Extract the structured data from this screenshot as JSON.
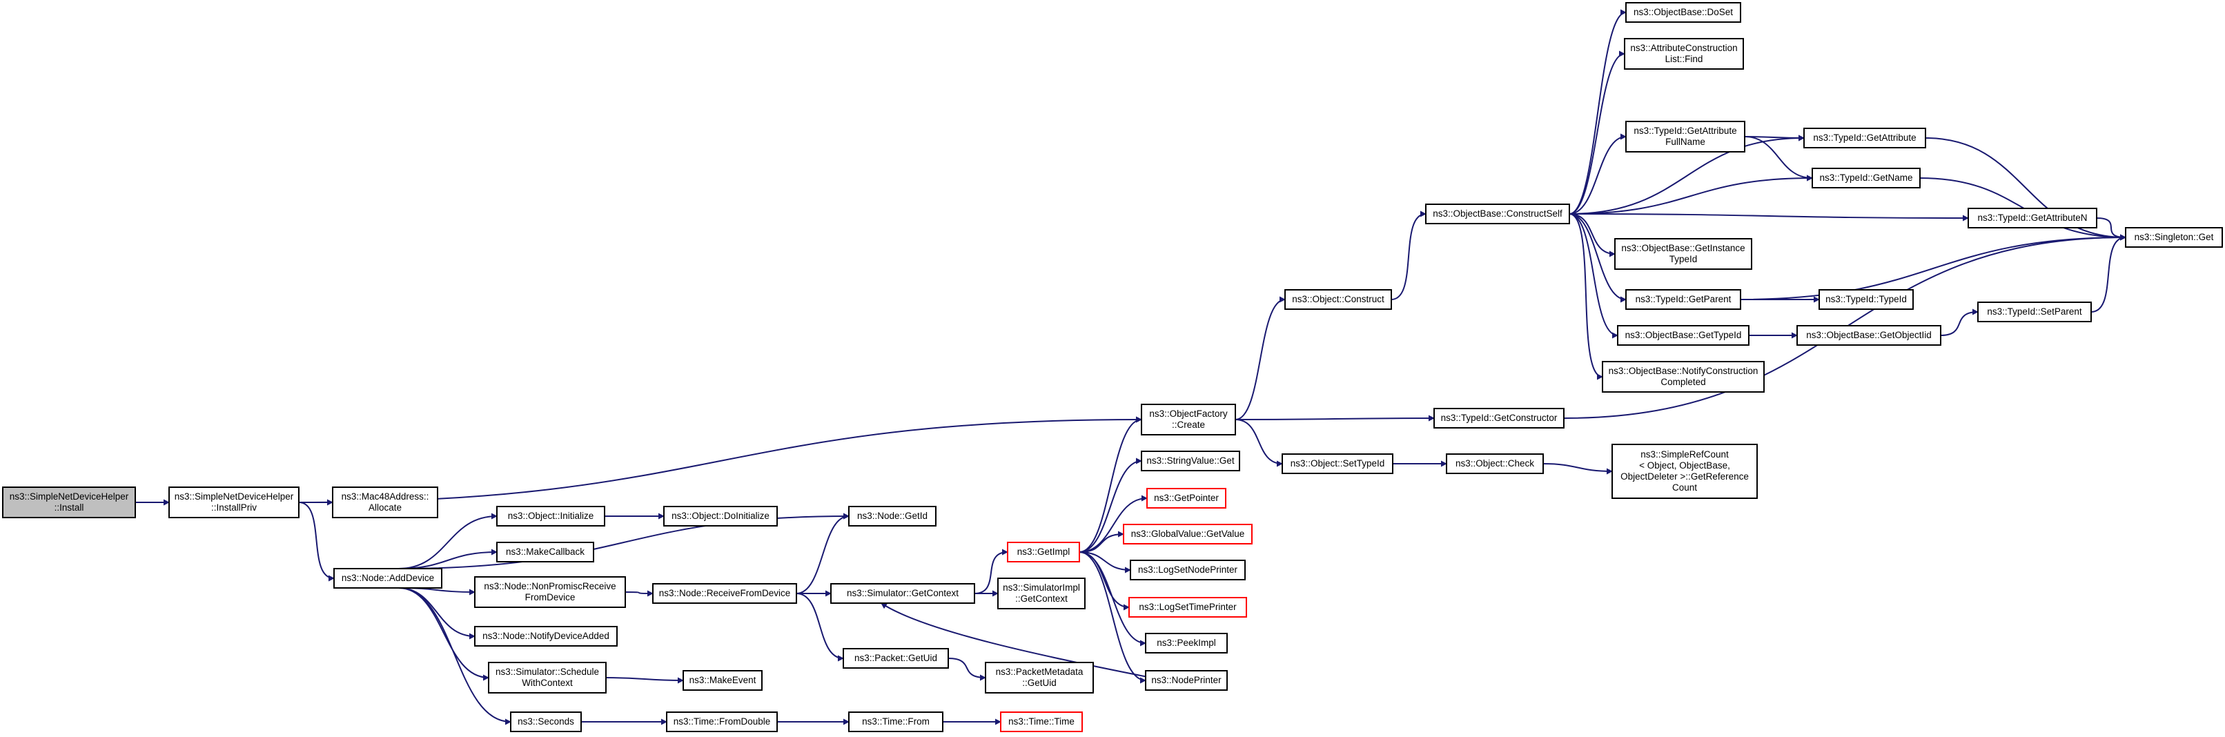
{
  "nodes": {
    "install": [
      "ns3::SimpleNetDeviceHelper",
      "::Install"
    ],
    "installpriv": [
      "ns3::SimpleNetDeviceHelper",
      "::InstallPriv"
    ],
    "mac48": [
      "ns3::Mac48Address::",
      "Allocate"
    ],
    "adddevice": [
      "ns3::Node::AddDevice"
    ],
    "objinit": [
      "ns3::Object::Initialize"
    ],
    "doinit": [
      "ns3::Object::DoInitialize"
    ],
    "makecallback": [
      "ns3::MakeCallback"
    ],
    "nonpromisc": [
      "ns3::Node::NonPromiscReceive",
      "FromDevice"
    ],
    "notifydevice": [
      "ns3::Node::NotifyDeviceAdded"
    ],
    "schedule": [
      "ns3::Simulator::Schedule",
      "WithContext"
    ],
    "seconds": [
      "ns3::Seconds"
    ],
    "receivefromdevice": [
      "ns3::Node::ReceiveFromDevice"
    ],
    "makeevent": [
      "ns3::MakeEvent"
    ],
    "fromdouble": [
      "ns3::Time::FromDouble"
    ],
    "nodegetid": [
      "ns3::Node::GetId"
    ],
    "getcontext": [
      "ns3::Simulator::GetContext"
    ],
    "packetgetuid": [
      "ns3::Packet::GetUid"
    ],
    "timefrom": [
      "ns3::Time::From"
    ],
    "getimpl": [
      "ns3::GetImpl"
    ],
    "simimplctx": [
      "ns3::SimulatorImpl",
      "::GetContext"
    ],
    "pmetauid": [
      "ns3::PacketMetadata",
      "::GetUid"
    ],
    "timetime": [
      "ns3::Time::Time"
    ],
    "objfactory": [
      "ns3::ObjectFactory",
      "::Create"
    ],
    "stringvalue": [
      "ns3::StringValue::Get"
    ],
    "getpointer": [
      "ns3::GetPointer"
    ],
    "globalvalue": [
      "ns3::GlobalValue::GetValue"
    ],
    "lognodeprinter": [
      "ns3::LogSetNodePrinter"
    ],
    "logtimeprinter": [
      "ns3::LogSetTimePrinter"
    ],
    "peekimpl": [
      "ns3::PeekImpl"
    ],
    "nodeprinter": [
      "ns3::NodePrinter"
    ],
    "objconstruct": [
      "ns3::Object::Construct"
    ],
    "settypeid": [
      "ns3::Object::SetTypeId"
    ],
    "constructself": [
      "ns3::ObjectBase::ConstructSelf"
    ],
    "getconstructor": [
      "ns3::TypeId::GetConstructor"
    ],
    "objcheck": [
      "ns3::Object::Check"
    ],
    "doset": [
      "ns3::ObjectBase::DoSet"
    ],
    "attrfind": [
      "ns3::AttributeConstruction",
      "List::Find"
    ],
    "getattrfullname": [
      "ns3::TypeId::GetAttribute",
      "FullName"
    ],
    "getinstancetypeid": [
      "ns3::ObjectBase::GetInstance",
      "TypeId"
    ],
    "getparent": [
      "ns3::TypeId::GetParent"
    ],
    "basegettypeid": [
      "ns3::ObjectBase::GetTypeId"
    ],
    "notifyconstruction": [
      "ns3::ObjectBase::NotifyConstruction",
      "Completed"
    ],
    "getattribute": [
      "ns3::TypeId::GetAttribute"
    ],
    "getname": [
      "ns3::TypeId::GetName"
    ],
    "getattributen": [
      "ns3::TypeId::GetAttributeN"
    ],
    "typeidtypeid": [
      "ns3::TypeId::TypeId"
    ],
    "getobjectiid": [
      "ns3::ObjectBase::GetObjectIid"
    ],
    "setparent": [
      "ns3::TypeId::SetParent"
    ],
    "singleton": [
      "ns3::Singleton::Get"
    ],
    "refcount": [
      "ns3::SimpleRefCount",
      "< Object, ObjectBase,",
      "ObjectDeleter >::GetReference",
      "Count"
    ]
  },
  "colors": {
    "edge": "#191970",
    "root_fill": "#bfbfbf",
    "truncated_border": "#ff0000",
    "normal_border": "#000000"
  }
}
